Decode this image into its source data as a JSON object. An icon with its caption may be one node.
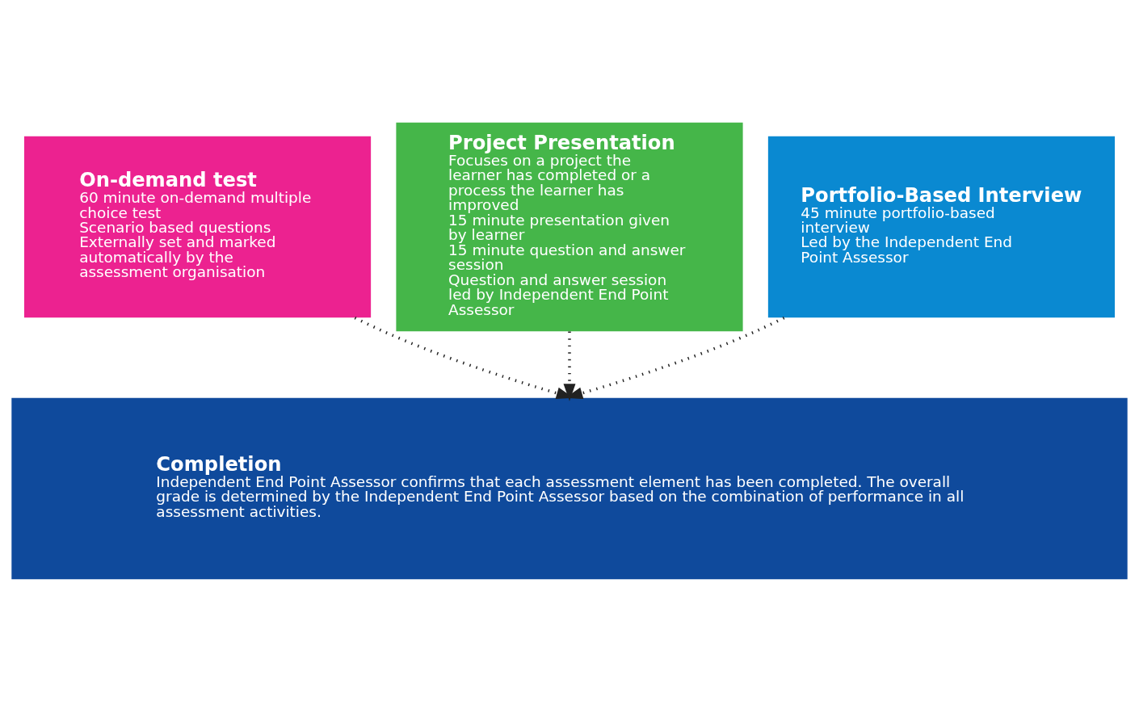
{
  "diagram": {
    "nodes": [
      {
        "text": [
          "On-demand test",
          "60 minute on-demand multiple choice test",
          "Scenario based questions",
          "Externally set and marked automatically by the assessment organisation"
        ]
      },
      {
        "text": [
          "Project Presentation",
          "Focuses on a project the learner has completed or a process the learner has improved",
          "15 minute presentation given by learner",
          "15 minute question and answer session",
          "Question and answer session led by Independent End Point Assessor"
        ]
      },
      {
        "text": [
          "Portfolio-Based Interview",
          "45 minute portfolio-based interview",
          "Led by the Independent End Point Assessor"
        ]
      },
      {
        "text": [
          "Completion",
          "Independent End Point Assessor confirms that each assessment element has been completed. The overall grade is determined by the Independent End Point Assessor based on the combination of performance in all assessment activities."
        ]
      }
    ],
    "edges": [
      {
        "from": 0,
        "to": 3,
        "arrow": "to",
        "style": "dashed"
      },
      {
        "from": 1,
        "to": 3,
        "arrow": "to",
        "style": "dashed"
      },
      {
        "from": 2,
        "to": 3,
        "arrow": "to",
        "style": "dashed"
      }
    ]
  }
}
